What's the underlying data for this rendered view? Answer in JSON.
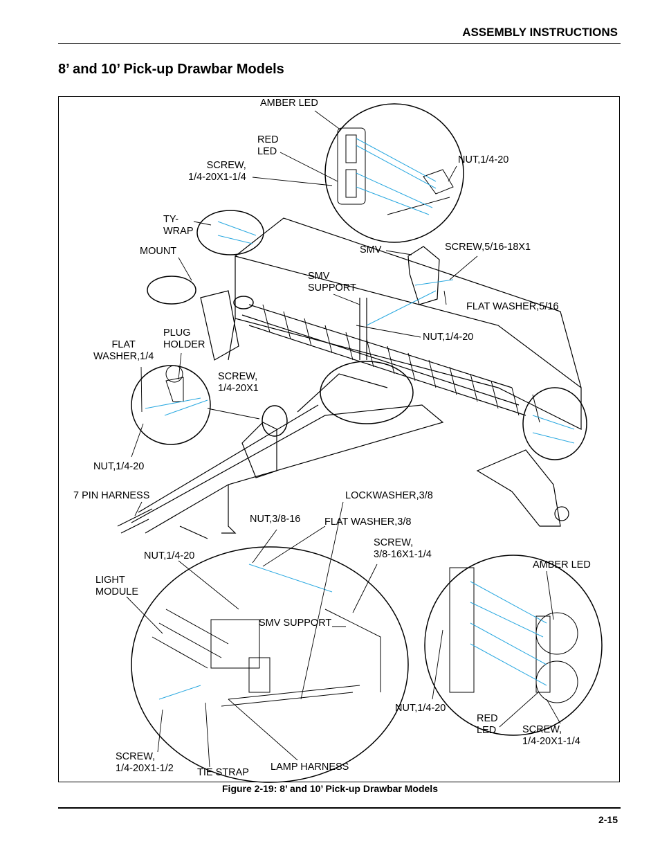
{
  "header": {
    "section": "ASSEMBLY INSTRUCTIONS"
  },
  "title": "8’ and 10’ Pick-up Drawbar Models",
  "labels": {
    "amber_led_top": "AMBER LED",
    "red_led_top": "RED\nLED",
    "screw_top": "SCREW,\n1/4-20X1-1/4",
    "nut_top": "NUT,1/4-20",
    "ty_wrap": "TY-\nWRAP",
    "mount": "MOUNT",
    "smv": "SMV",
    "screw_smv": "SCREW,5/16-18X1",
    "smv_support_upper": "SMV\nSUPPORT",
    "flat_washer_516": "FLAT WASHER,5/16",
    "nut_mid": "NUT,1/4-20",
    "plug_holder": "PLUG\nHOLDER",
    "flat_washer_14": "FLAT\nWASHER,1/4",
    "screw_1420x1": "SCREW,\n1/4-20X1",
    "nut_left": "NUT,1/4-20",
    "pin_harness": "7 PIN HARNESS",
    "lockwasher": "LOCKWASHER,3/8",
    "nut_38": "NUT,3/8-16",
    "flat_washer_38": "FLAT WASHER,3/8",
    "screw_38": "SCREW,\n3/8-16X1-1/4",
    "nut_lower_left": "NUT,1/4-20",
    "light_module": "LIGHT\nMODULE",
    "smv_support_lower": "SMV SUPPORT",
    "amber_led_bottom": "AMBER LED",
    "nut_lower_right": "NUT,1/4-20",
    "red_led_bottom": "RED\nLED",
    "screw_bottom_right": "SCREW,\n1/4-20X1-1/4",
    "screw_bottom_left": "SCREW,\n1/4-20X1-1/2",
    "tie_strap": "TIE STRAP",
    "lamp_harness": "LAMP HARNESS"
  },
  "caption": "Figure 2-19:  8’ and 10’ Pick-up Drawbar Models",
  "page_number": "2-15",
  "colors": {
    "callout_lines": "#29a8e0"
  }
}
